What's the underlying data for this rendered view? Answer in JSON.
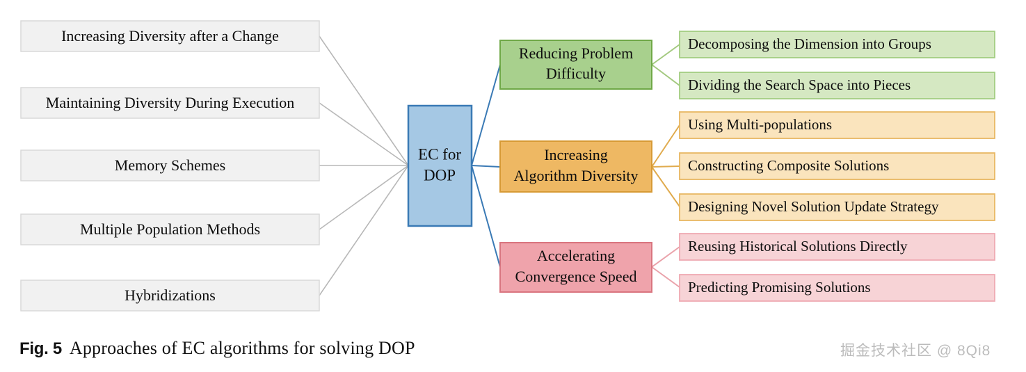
{
  "figure": {
    "caption_number": "Fig. 5",
    "caption_text": "Approaches of EC algorithms for solving DOP",
    "watermark": "掘金技术社区 @ 8Qi8"
  },
  "center": {
    "label_line1": "EC for",
    "label_line2": "DOP",
    "fill": "#a5c8e4",
    "stroke": "#3a7ab5"
  },
  "left_branches": [
    {
      "label": "Increasing Diversity after a Change"
    },
    {
      "label": "Maintaining Diversity During Execution"
    },
    {
      "label": "Memory Schemes"
    },
    {
      "label": "Multiple Population Methods"
    },
    {
      "label": "Hybridizations"
    }
  ],
  "left_style": {
    "fill": "#f1f1f1",
    "stroke": "#d9d9d9",
    "connector": "#b8b8b8"
  },
  "right_branches": [
    {
      "label_line1": "Reducing Problem",
      "label_line2": "Difficulty",
      "fill": "#a8d08d",
      "stroke": "#6fa847",
      "leaf_fill": "#d5e8c2",
      "leaf_stroke": "#a3ce82",
      "connector": "#a3c97f",
      "leaves": [
        {
          "label": "Decomposing the Dimension into Groups"
        },
        {
          "label": "Dividing the Search Space into Pieces"
        }
      ]
    },
    {
      "label_line1": "Increasing",
      "label_line2": "Algorithm Diversity",
      "fill": "#eeb863",
      "stroke": "#d79a35",
      "leaf_fill": "#fae4bd",
      "leaf_stroke": "#e8b763",
      "connector": "#e0ab4e",
      "leaves": [
        {
          "label": "Using Multi-populations"
        },
        {
          "label": "Constructing Composite Solutions"
        },
        {
          "label": "Designing Novel Solution Update Strategy"
        }
      ]
    },
    {
      "label_line1": "Accelerating",
      "label_line2": "Convergence Speed",
      "fill": "#efa3ab",
      "stroke": "#d9757f",
      "leaf_fill": "#f7d3d6",
      "leaf_stroke": "#efaab2",
      "connector": "#eaa2aa",
      "leaves": [
        {
          "label": "Reusing Historical Solutions Directly"
        },
        {
          "label": "Predicting Promising Solutions"
        }
      ]
    }
  ]
}
